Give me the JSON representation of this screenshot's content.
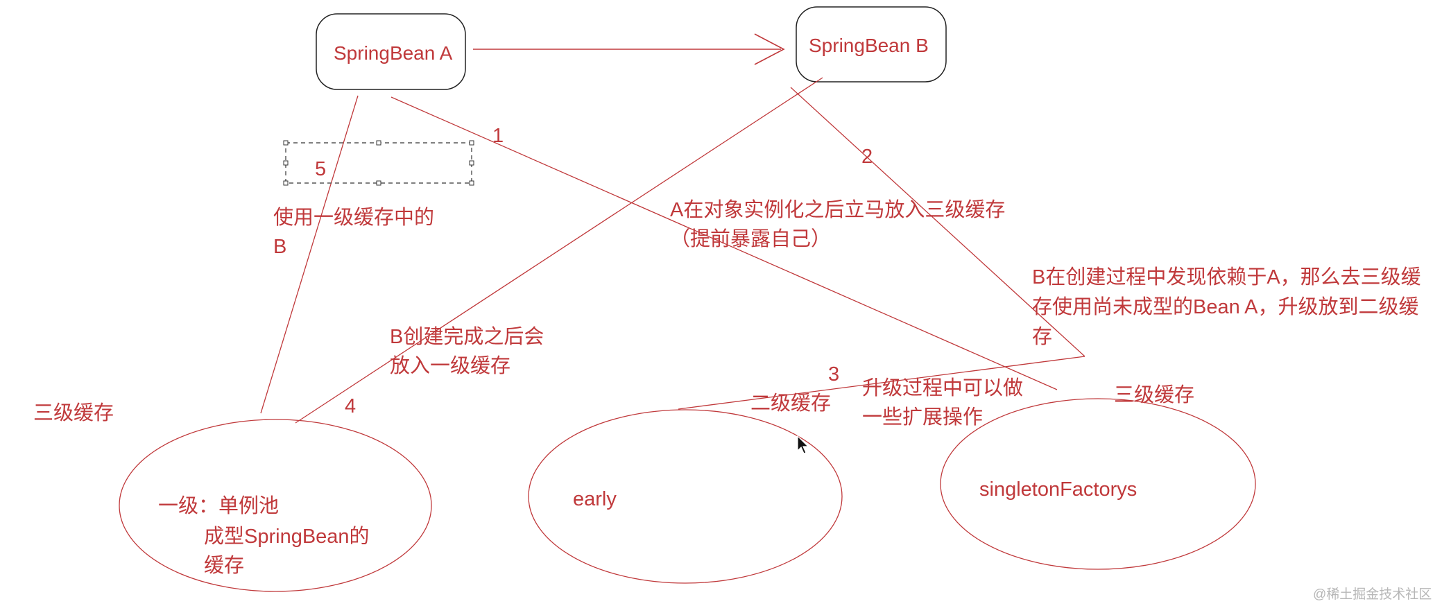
{
  "colors": {
    "line": "#c0393b",
    "text": "#c0393b",
    "border": "#222222",
    "dashed": "#333333"
  },
  "nodes": {
    "bean_a": "SpringBean A",
    "bean_b": "SpringBean B"
  },
  "steps": {
    "s1": "1",
    "s2": "2",
    "s3": "3",
    "s4": "4",
    "s5": "5"
  },
  "annotations": {
    "use_level1_line1": "使用一级缓存中的",
    "use_level1_line2": "B",
    "a_put_line1": "A在对象实例化之后立马放入三级缓存",
    "a_put_line2": "（提前暴露自己）",
    "b_found_line1": "B在创建过程中发现依赖于A，那么去三级缓",
    "b_found_line2": "存使用尚未成型的Bean A，升级放到二级缓",
    "b_found_line3": "存",
    "b_created_line1": "B创建完成之后会",
    "b_created_line2": "放入一级缓存",
    "upgrade_line1": "升级过程中可以做",
    "upgrade_line2": "一些扩展操作"
  },
  "cache_titles": {
    "three_level": "三级缓存",
    "level2": "二级缓存",
    "level3": "三级缓存"
  },
  "ellipses": {
    "level1_line1": "一级：单例池",
    "level1_line2": "成型SpringBean的",
    "level1_line3": "缓存",
    "early": "early",
    "factories": "singletonFactorys"
  },
  "watermark": "@稀土掘金技术社区"
}
